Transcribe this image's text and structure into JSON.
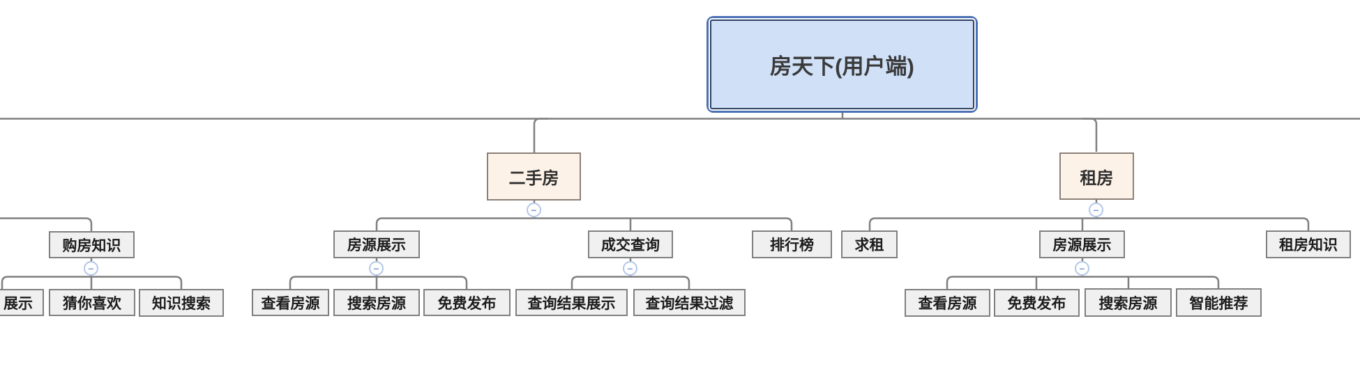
{
  "mindmap": {
    "root": {
      "label": "房天下(用户端)"
    },
    "branches": [
      {
        "label": "二手房",
        "children": [
          {
            "label": "房源展示",
            "children": [
              {
                "label": "查看房源"
              },
              {
                "label": "搜索房源"
              },
              {
                "label": "免费发布"
              }
            ]
          },
          {
            "label": "成交查询",
            "children": [
              {
                "label": "查询结果展示"
              },
              {
                "label": "查询结果过滤"
              }
            ]
          },
          {
            "label": "排行榜",
            "children": []
          }
        ]
      },
      {
        "label": "租房",
        "children": [
          {
            "label": "求租",
            "children": []
          },
          {
            "label": "房源展示",
            "children": [
              {
                "label": "查看房源"
              },
              {
                "label": "免费发布"
              },
              {
                "label": "搜索房源"
              },
              {
                "label": "智能推荐"
              }
            ]
          },
          {
            "label": "租房知识",
            "children": []
          }
        ]
      }
    ],
    "clipped_branch": {
      "label": "购房知识",
      "children": [
        {
          "label": "展示"
        },
        {
          "label": "猜你喜欢"
        },
        {
          "label": "知识搜索"
        }
      ]
    },
    "icons": {
      "collapse_minus": "−"
    },
    "colors": {
      "root_fill": "#cfe0f7",
      "root_border": "#4a70b5",
      "branch_fill": "#fdf2e8",
      "branch_border": "#8a8077",
      "node_fill": "#f0f0f0",
      "node_border": "#7f7f7f",
      "line": "#7f7f7f",
      "collapse_ring": "#b3c7e8",
      "collapse_glyph": "#7d9ed6"
    }
  }
}
